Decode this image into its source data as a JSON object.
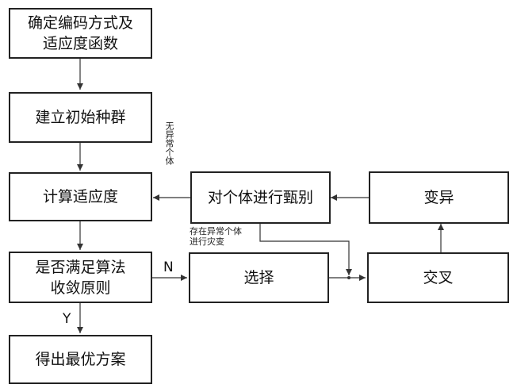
{
  "nodes": {
    "encoding": "确定编码方式及\n适应度函数",
    "init_population": "建立初始种群",
    "compute_fitness": "计算适应度",
    "convergence": "是否满足算法\n收敛原则",
    "optimal": "得出最优方案",
    "select": "选择",
    "crossover": "交叉",
    "mutation": "变异",
    "screening": "对个体进行甄别"
  },
  "labels": {
    "no": "N",
    "yes": "Y",
    "no_anomaly": "无异常个体",
    "anomaly": "存在异常个体\n进行灾变"
  }
}
